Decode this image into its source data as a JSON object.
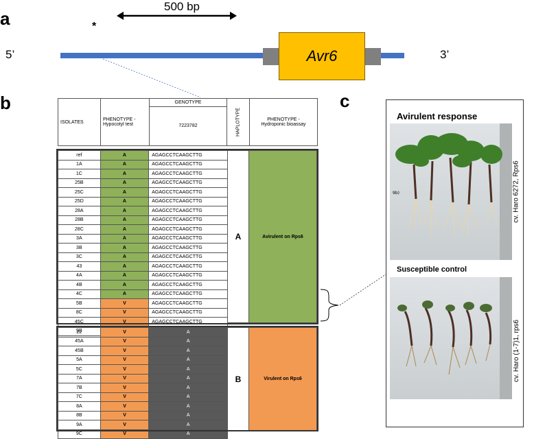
{
  "panels": {
    "a": "a",
    "b": "b",
    "c": "c"
  },
  "gene_map": {
    "scale_label": "500 bp",
    "snp_marker": "*",
    "gene_label": "Avr6",
    "five_prime": "5’",
    "three_prime": "3’"
  },
  "table_b": {
    "headers": {
      "isolates": "ISOLATES",
      "phenotype_hypocotyl": "PHENOTYPE - Hypocotyl test",
      "genotype": "GENOTYPE",
      "position": "7223782",
      "haplotype": "HAPLOTYPE",
      "phenotype_hydroponic": "PHENOTYPE - Hydroponic bioassay"
    },
    "groupA": {
      "haplotype": "A",
      "result": "Avirulent on Rps6",
      "rows": [
        {
          "isolate": "ref",
          "phenotype": "A",
          "genotype": "AGAGCCTCAAGCTTG"
        },
        {
          "isolate": "1A",
          "phenotype": "A",
          "genotype": "AGAGCCTCAAGCTTG"
        },
        {
          "isolate": "1C",
          "phenotype": "A",
          "genotype": "AGAGCCTCAAGCTTG"
        },
        {
          "isolate": "25B",
          "phenotype": "A",
          "genotype": "AGAGCCTCAAGCTTG"
        },
        {
          "isolate": "25C",
          "phenotype": "A",
          "genotype": "AGAGCCTCAAGCTTG"
        },
        {
          "isolate": "25D",
          "phenotype": "A",
          "genotype": "AGAGCCTCAAGCTTG"
        },
        {
          "isolate": "28A",
          "phenotype": "A",
          "genotype": "AGAGCCTCAAGCTTG"
        },
        {
          "isolate": "28B",
          "phenotype": "A",
          "genotype": "AGAGCCTCAAGCTTG"
        },
        {
          "isolate": "28C",
          "phenotype": "A",
          "genotype": "AGAGCCTCAAGCTTG"
        },
        {
          "isolate": "3A",
          "phenotype": "A",
          "genotype": "AGAGCCTCAAGCTTG"
        },
        {
          "isolate": "3B",
          "phenotype": "A",
          "genotype": "AGAGCCTCAAGCTTG"
        },
        {
          "isolate": "3C",
          "phenotype": "A",
          "genotype": "AGAGCCTCAAGCTTG"
        },
        {
          "isolate": "43",
          "phenotype": "A",
          "genotype": "AGAGCCTCAAGCTTG"
        },
        {
          "isolate": "4A",
          "phenotype": "A",
          "genotype": "AGAGCCTCAAGCTTG"
        },
        {
          "isolate": "4B",
          "phenotype": "A",
          "genotype": "AGAGCCTCAAGCTTG"
        },
        {
          "isolate": "4C",
          "phenotype": "A",
          "genotype": "AGAGCCTCAAGCTTG"
        },
        {
          "isolate": "5B",
          "phenotype": "V",
          "genotype": "AGAGCCTCAAGCTTG"
        },
        {
          "isolate": "8C",
          "phenotype": "V",
          "genotype": "AGAGCCTCAAGCTTG"
        },
        {
          "isolate": "45C",
          "phenotype": "V",
          "genotype": "AGAGCCTCAAGCTTG"
        },
        {
          "isolate": "9B",
          "phenotype": "V",
          "genotype": "AGAGCCTCAAGCTTG"
        }
      ]
    },
    "groupB": {
      "haplotype": "B",
      "result": "Virulent on Rps6",
      "rows": [
        {
          "isolate": "22",
          "phenotype": "V",
          "genotype": "A"
        },
        {
          "isolate": "45A",
          "phenotype": "V",
          "genotype": "A"
        },
        {
          "isolate": "45B",
          "phenotype": "V",
          "genotype": "A"
        },
        {
          "isolate": "5A",
          "phenotype": "V",
          "genotype": "A"
        },
        {
          "isolate": "5C",
          "phenotype": "V",
          "genotype": "A"
        },
        {
          "isolate": "7A",
          "phenotype": "V",
          "genotype": "A"
        },
        {
          "isolate": "7B",
          "phenotype": "V",
          "genotype": "A"
        },
        {
          "isolate": "7C",
          "phenotype": "V",
          "genotype": "A"
        },
        {
          "isolate": "8A",
          "phenotype": "V",
          "genotype": "A"
        },
        {
          "isolate": "8B",
          "phenotype": "V",
          "genotype": "A"
        },
        {
          "isolate": "9A",
          "phenotype": "V",
          "genotype": "A"
        },
        {
          "isolate": "9C",
          "phenotype": "V",
          "genotype": "A"
        }
      ]
    }
  },
  "panel_c": {
    "top_title": "Avirulent response",
    "top_cultivar": "cv. Haro 6272, Rps6",
    "top_photo_label": "9b)",
    "bottom_title": "Susceptible control",
    "bottom_cultivar": "cv. Haro (1-7)1, rps6"
  },
  "colors": {
    "gene_line": "#4472c4",
    "gene_box": "#ffc000",
    "flank_box": "#808080",
    "avirulent": "#8fb15a",
    "virulent": "#f39a52",
    "haplotype_b_genotype": "#595959"
  }
}
